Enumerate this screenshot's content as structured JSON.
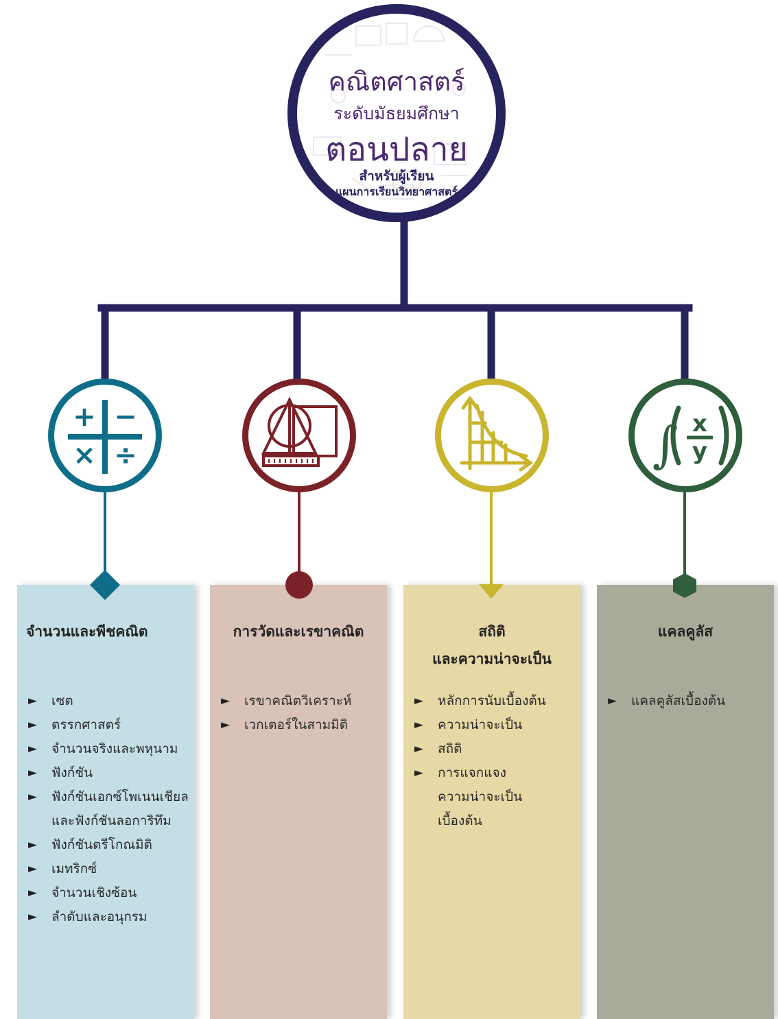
{
  "hub": {
    "line1": "คณิตศาสตร์",
    "line2": "ระดับมัธยมศึกษา",
    "line3": "ตอนปลาย",
    "line4": "สำหรับผู้เรียน",
    "line5": "แผนการเรียนวิทยาศาสตร์"
  },
  "colors": {
    "connector": "#27235f",
    "branch1": "#0e6e8a",
    "branch2": "#7b2128",
    "branch3": "#c9b52e",
    "branch4": "#2f5e3c",
    "panel1": "#c3dfe5",
    "panel2": "#d9c2b7",
    "panel3": "#e6d9a6",
    "panel4": "#a9ab9a"
  },
  "branches": [
    {
      "icon": "arithmetic-operators-icon",
      "marker": "diamond",
      "title": "จำนวนและพีชคณิต",
      "items": [
        "เซต",
        "ตรรกศาสตร์",
        "จำนวนจริงและพหุนาม",
        "ฟังก์ชัน",
        "ฟังก์ชันเอกซ์โพเนนเชียล",
        "และฟังก์ชันลอการิทึม",
        "ฟังก์ชันตรีโกณมิติ",
        "เมทริกซ์",
        "จำนวนเชิงซ้อน",
        "ลำดับและอนุกรม"
      ]
    },
    {
      "icon": "geometry-ruler-icon",
      "marker": "circle",
      "title": "การวัดและเรขาคณิต",
      "items": [
        "เรขาคณิตวิเคราะห์",
        "เวกเตอร์ในสามมิติ"
      ]
    },
    {
      "icon": "graph-axes-icon",
      "marker": "triangle",
      "title": "สถิติ",
      "title2": "และความน่าจะเป็น",
      "items": [
        "หลักการนับเบื้องต้น",
        "ความน่าจะเป็น",
        "สถิติ",
        "การแจกแจง",
        "ความน่าจะเป็น",
        "เบื้องต้น"
      ]
    },
    {
      "icon": "integral-icon",
      "marker": "hexagon",
      "title": "แคลคูลัส",
      "items": [
        "แคลคูลัสเบื้องต้น"
      ]
    }
  ],
  "bullet_glyph": "►",
  "icon_glyphs": {
    "plus": "+",
    "minus": "−",
    "times": "×",
    "divide": "÷",
    "integral": "∫",
    "x": "x",
    "y": "y"
  }
}
